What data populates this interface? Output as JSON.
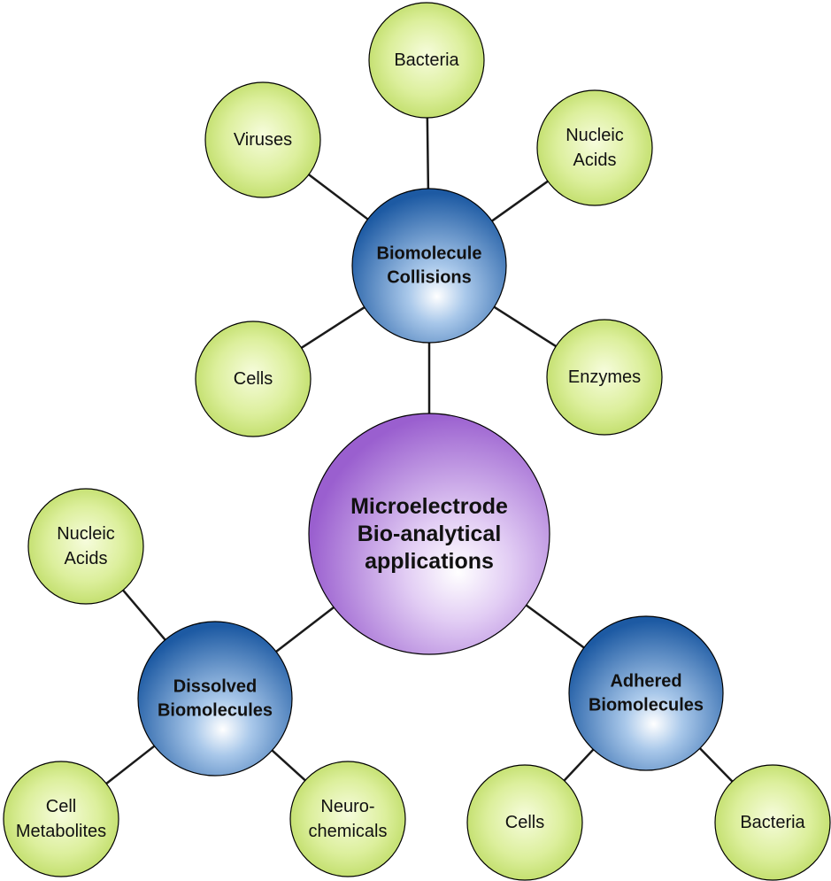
{
  "center": {
    "lines": [
      "Microelectrode",
      "Bio-analytical",
      "applications"
    ]
  },
  "hubs": [
    {
      "id": "biomolecule-collisions",
      "lines": [
        "Biomolecule",
        "Collisions"
      ],
      "leaves": [
        {
          "id": "bacteria",
          "lines": [
            "Bacteria"
          ]
        },
        {
          "id": "viruses",
          "lines": [
            "Viruses"
          ]
        },
        {
          "id": "nucleic-acids",
          "lines": [
            "Nucleic",
            "Acids"
          ]
        },
        {
          "id": "cells",
          "lines": [
            "Cells"
          ]
        },
        {
          "id": "enzymes",
          "lines": [
            "Enzymes"
          ]
        }
      ]
    },
    {
      "id": "dissolved-biomolecules",
      "lines": [
        "Dissolved",
        "Biomolecules"
      ],
      "leaves": [
        {
          "id": "nucleic-acids",
          "lines": [
            "Nucleic",
            "Acids"
          ]
        },
        {
          "id": "cell-metabolites",
          "lines": [
            "Cell",
            "Metabolites"
          ]
        },
        {
          "id": "neurochemicals",
          "lines": [
            "Neuro-",
            "chemicals"
          ]
        }
      ]
    },
    {
      "id": "adhered-biomolecules",
      "lines": [
        "Adhered",
        "Biomolecules"
      ],
      "leaves": [
        {
          "id": "cells",
          "lines": [
            "Cells"
          ]
        },
        {
          "id": "bacteria",
          "lines": [
            "Bacteria"
          ]
        }
      ]
    }
  ],
  "colors": {
    "center_fill_light": "#f3e9fb",
    "center_fill_dark": "#a86fd6",
    "hub_fill_light": "#e7f1fb",
    "hub_fill_dark": "#1f5ea8",
    "leaf_fill_light": "#f4fbd6",
    "leaf_fill_dark": "#c3e067",
    "stroke": "#000000",
    "connector": "#1a1a1a"
  }
}
